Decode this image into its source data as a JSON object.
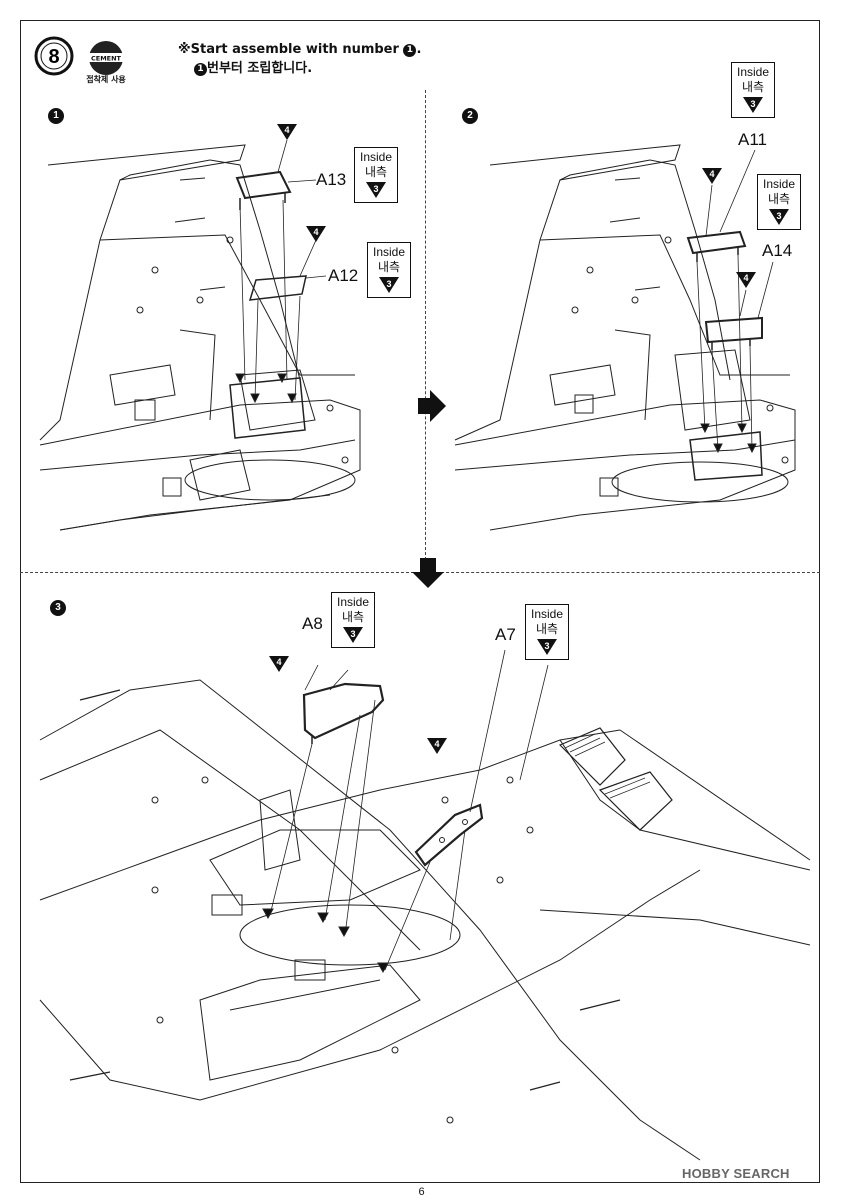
{
  "header": {
    "step_number": "8",
    "cement_icon_text": "CEMENT",
    "cement_label": "접착제 사용",
    "instruction_en_prefix": "※Start assemble with number ",
    "instruction_en_num": "1",
    "instruction_en_suffix": ".",
    "instruction_ko_num": "1",
    "instruction_ko_suffix": "번부터 조립합니다."
  },
  "substeps": [
    {
      "number": "1"
    },
    {
      "number": "2"
    },
    {
      "number": "3"
    }
  ],
  "parts": {
    "a13": "A13",
    "a12": "A12",
    "a11": "A11",
    "a14": "A14",
    "a8": "A8",
    "a7": "A7"
  },
  "note": {
    "inside_en": "Inside",
    "inside_ko": "내측",
    "inside_ref": "3",
    "marker_ref": "4"
  },
  "footer": {
    "page_number": "6",
    "watermark": "HOBBY SEARCH"
  }
}
